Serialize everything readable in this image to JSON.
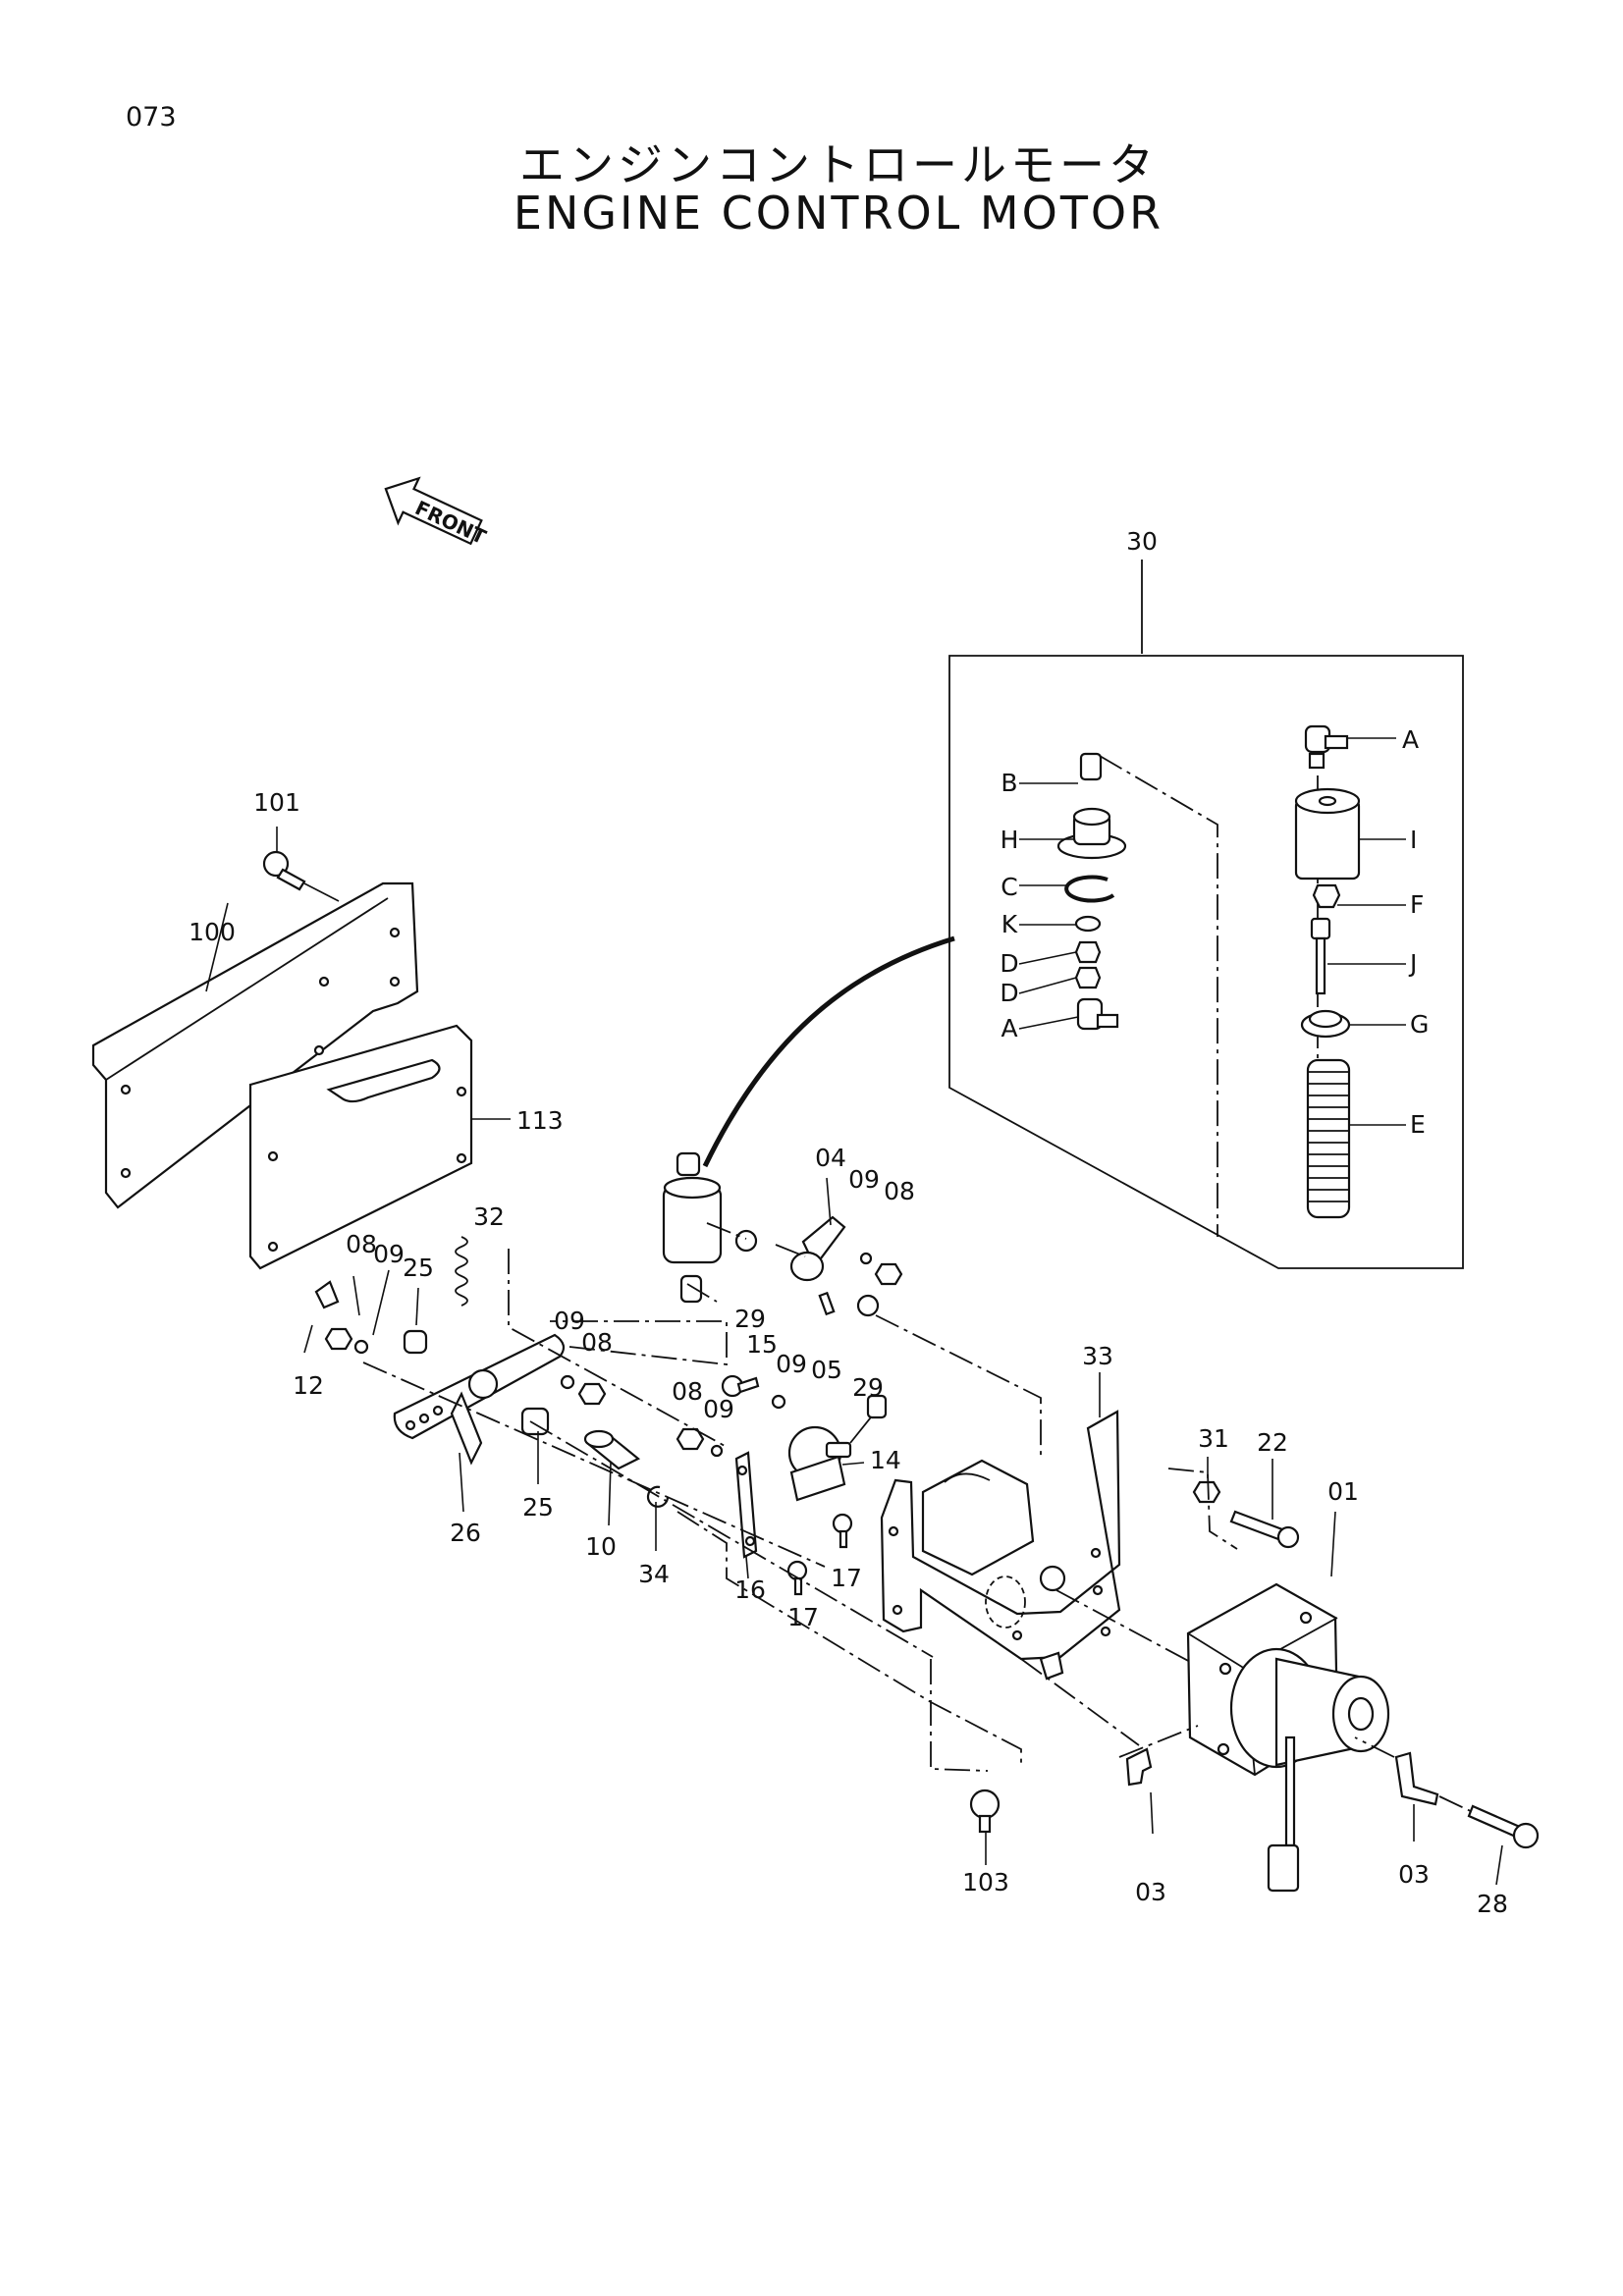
{
  "page": {
    "number": "073",
    "title_jp": "エンジンコントロールモータ",
    "title_en": "ENGINE CONTROL MOTOR"
  },
  "orientation": {
    "label": "FRONT",
    "icon": "front-arrow-icon"
  },
  "parts": {
    "p01": "01",
    "p03a": "03",
    "p03b": "03",
    "p04": "04",
    "p05": "05",
    "p08a": "08",
    "p08b": "08",
    "p08c": "08",
    "p08d": "08",
    "p09a": "09",
    "p09b": "09",
    "p09c": "09",
    "p09d": "09",
    "p09e": "09",
    "p10": "10",
    "p12": "12",
    "p14": "14",
    "p15": "15",
    "p16": "16",
    "p17a": "17",
    "p17b": "17",
    "p22": "22",
    "p25a": "25",
    "p25b": "25",
    "p26": "26",
    "p28": "28",
    "p29a": "29",
    "p29b": "29",
    "p30": "30",
    "p31": "31",
    "p32": "32",
    "p33": "33",
    "p34": "34",
    "p100": "100",
    "p101": "101",
    "p103": "103",
    "p113": "113"
  },
  "kit_30": {
    "A1": "A",
    "A2": "A",
    "B": "B",
    "C": "C",
    "D1": "D",
    "D2": "D",
    "E": "E",
    "F": "F",
    "G": "G",
    "H": "H",
    "I": "I",
    "J": "J",
    "K": "K"
  }
}
